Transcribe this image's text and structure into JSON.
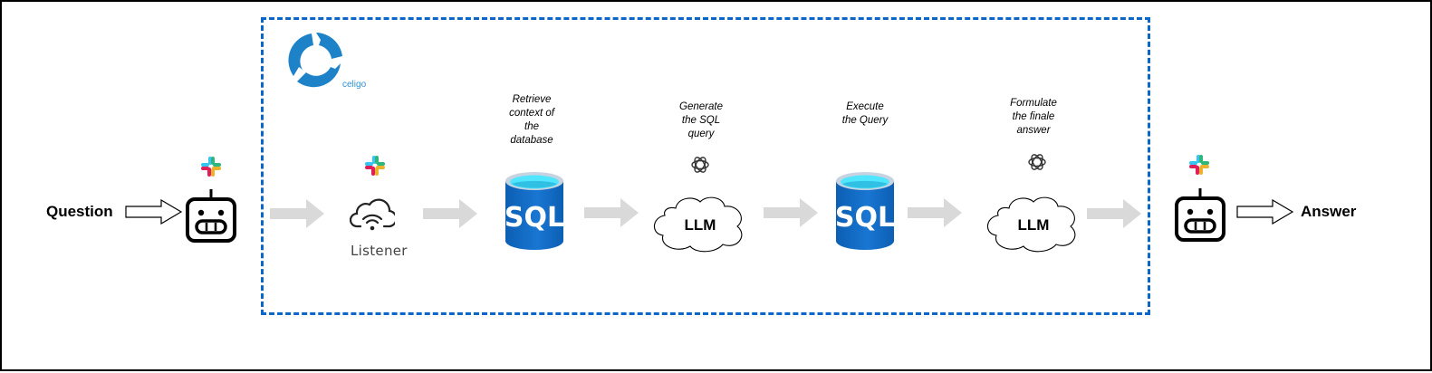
{
  "diagram": {
    "title": "Slack SQL question-answering flow",
    "input_label": "Question",
    "output_label": "Answer",
    "platform": {
      "name": "celigo",
      "logo_icon": "celigo-logo-icon",
      "boundary_color": "#0a66c8"
    },
    "colors": {
      "flow_arrow": "#d9d9d9",
      "sql_dark": "#0c5fb3",
      "sql_light": "#1e88e5",
      "sql_top": "#50e6ff",
      "celigo_blue": "#1e82c8"
    },
    "nodes": [
      {
        "id": "bot-in",
        "icon": "robot-icon",
        "badge_icon": "slack-icon"
      },
      {
        "id": "listener",
        "label": "Listener",
        "icon": "cloud-wifi-icon",
        "badge_icon": "slack-icon"
      },
      {
        "id": "sql-context",
        "label": "SQL",
        "icon": "sql-database-icon",
        "caption": [
          "Retrieve",
          "context of",
          "the",
          "database"
        ]
      },
      {
        "id": "llm-generate",
        "label": "LLM",
        "icon": "cloud-shape",
        "badge_icon": "openai-icon",
        "caption": [
          "Generate",
          "the SQL",
          "query"
        ]
      },
      {
        "id": "sql-execute",
        "label": "SQL",
        "icon": "sql-database-icon",
        "caption": [
          "Execute",
          "the Query"
        ]
      },
      {
        "id": "llm-answer",
        "label": "LLM",
        "icon": "cloud-shape",
        "badge_icon": "openai-icon",
        "caption": [
          "Formulate",
          "the finale",
          "answer"
        ]
      },
      {
        "id": "bot-out",
        "icon": "robot-icon",
        "badge_icon": "slack-icon"
      }
    ],
    "edges": [
      {
        "from": "question",
        "to": "bot-in",
        "style": "outline-arrow"
      },
      {
        "from": "bot-in",
        "to": "listener",
        "style": "gray-arrow"
      },
      {
        "from": "listener",
        "to": "sql-context",
        "style": "gray-arrow"
      },
      {
        "from": "sql-context",
        "to": "llm-generate",
        "style": "gray-arrow"
      },
      {
        "from": "llm-generate",
        "to": "sql-execute",
        "style": "gray-arrow"
      },
      {
        "from": "sql-execute",
        "to": "llm-answer",
        "style": "gray-arrow"
      },
      {
        "from": "llm-answer",
        "to": "bot-out",
        "style": "gray-arrow"
      },
      {
        "from": "bot-out",
        "to": "answer",
        "style": "outline-arrow"
      }
    ]
  }
}
